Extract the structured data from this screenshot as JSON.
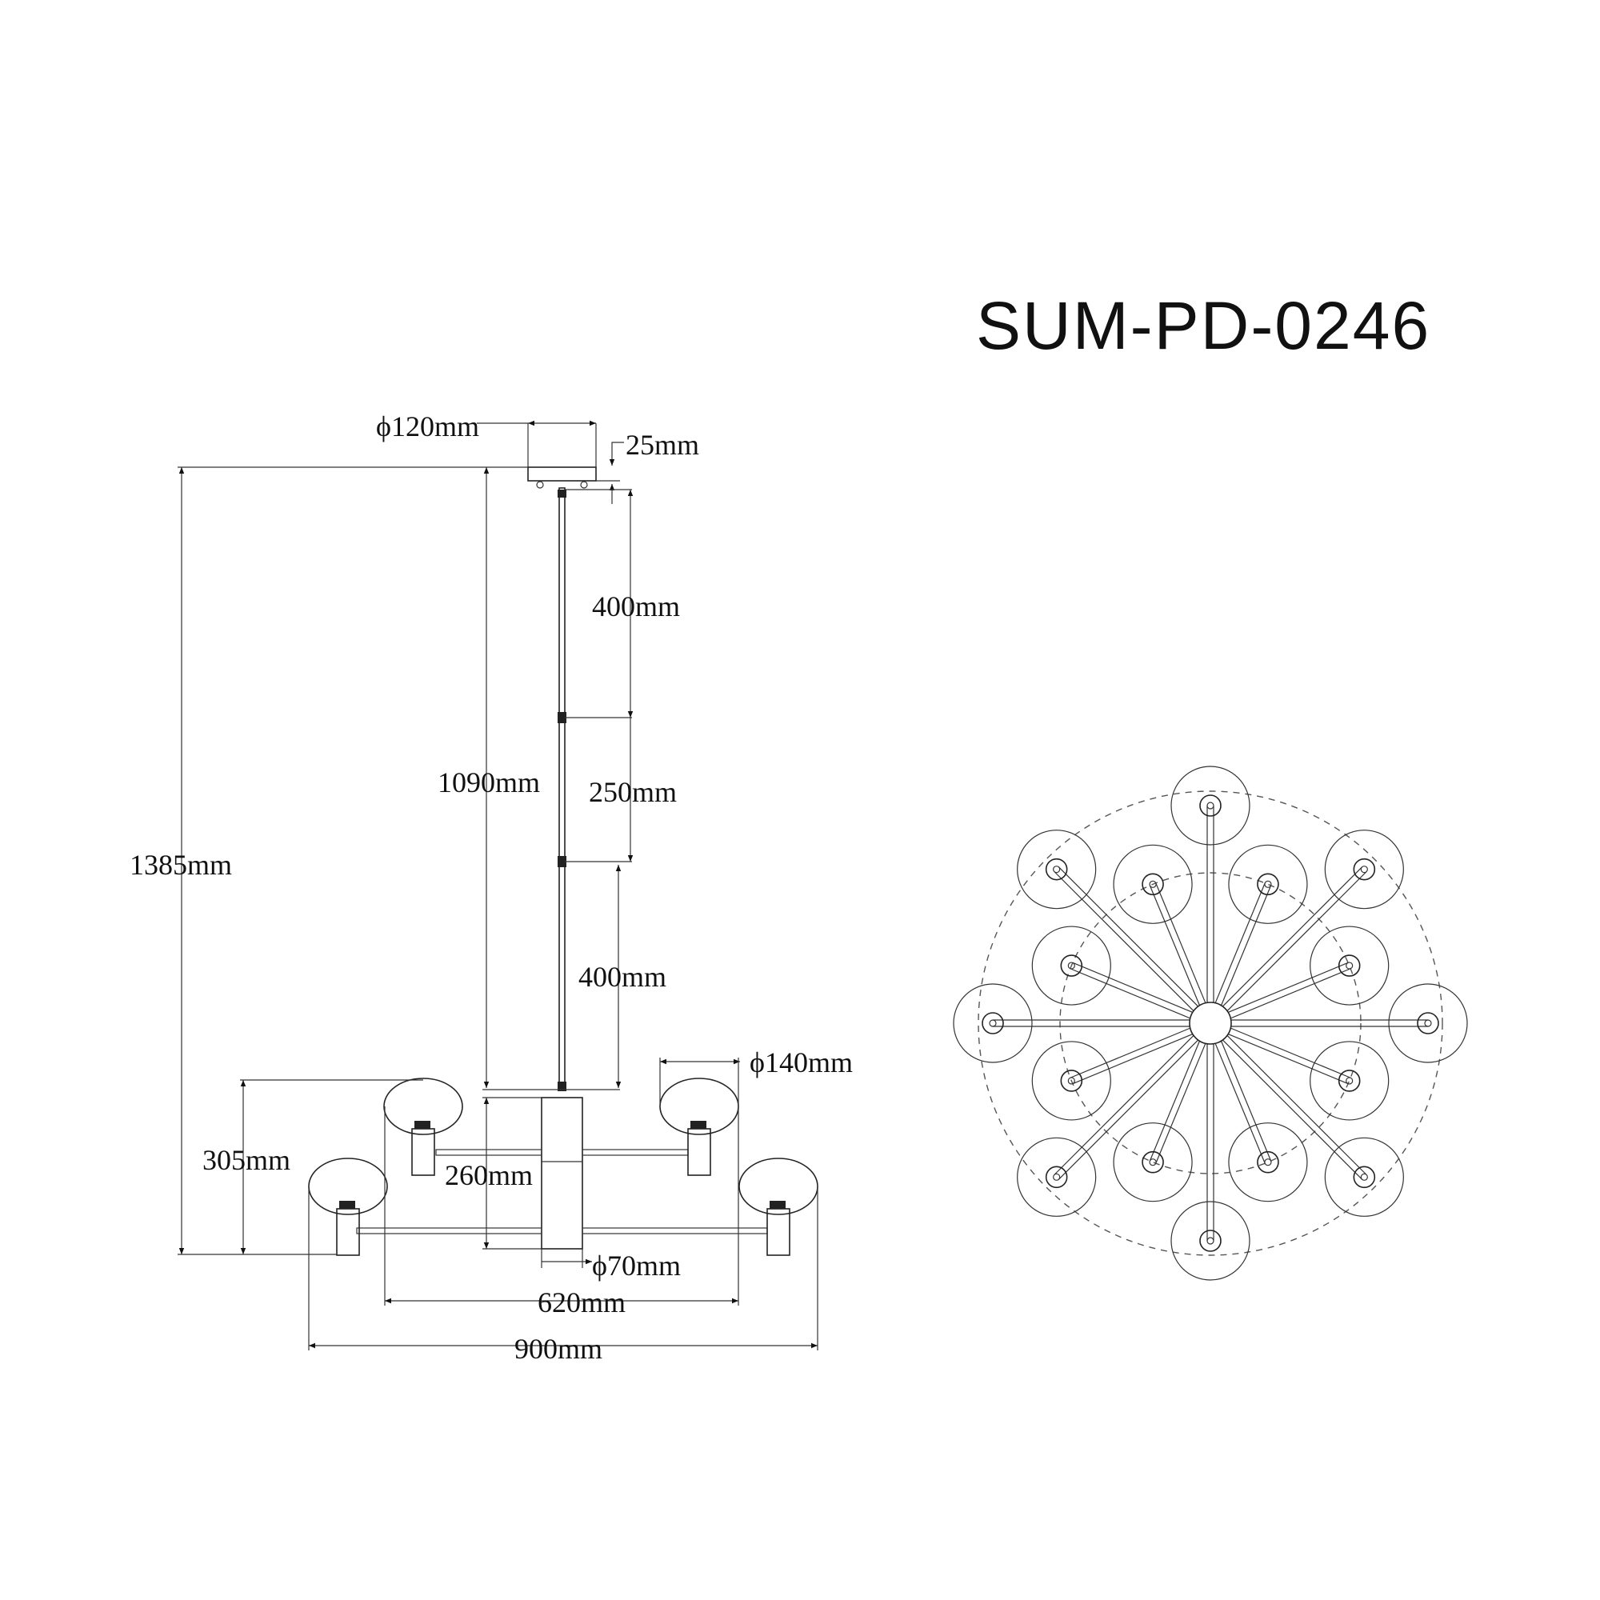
{
  "title": "SUM-PD-0246",
  "dimensions": {
    "canopy_diameter": "ϕ120mm",
    "canopy_height": "25mm",
    "rod_top": "400mm",
    "rod_middle": "250mm",
    "rod_bottom": "400mm",
    "rod_total": "1090mm",
    "total_height": "1385mm",
    "shade_diameter": "ϕ140mm",
    "lamp_height": "305mm",
    "body_height": "260mm",
    "body_diameter": "ϕ70mm",
    "inner_width": "620mm",
    "total_width": "900mm"
  },
  "top_view": {
    "outer_lamps": 8,
    "inner_lamps": 8
  }
}
